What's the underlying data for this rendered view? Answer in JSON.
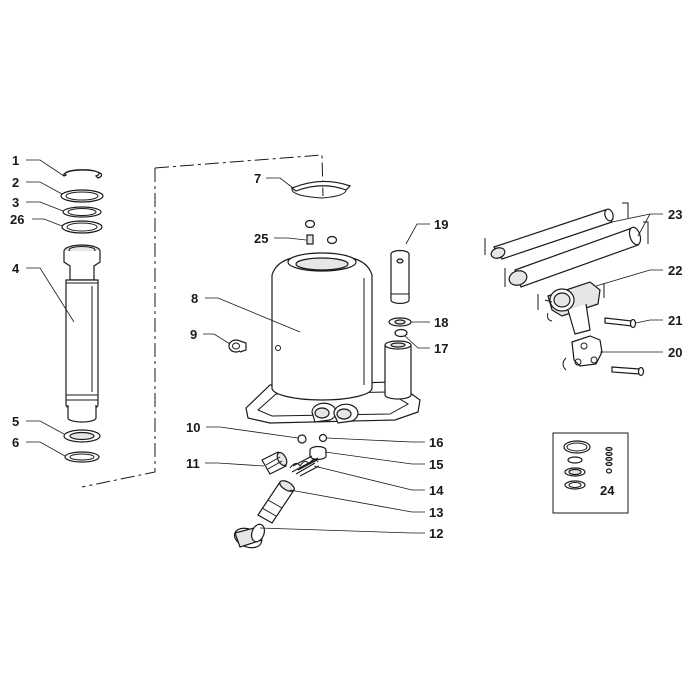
{
  "diagram": {
    "callouts": {
      "c1": "1",
      "c2": "2",
      "c3": "3",
      "c26": "26",
      "c4": "4",
      "c5": "5",
      "c6": "6",
      "c7": "7",
      "c25": "25",
      "c8": "8",
      "c9": "9",
      "c10": "10",
      "c11": "11",
      "c19": "19",
      "c18": "18",
      "c17": "17",
      "c16": "16",
      "c15": "15",
      "c14": "14",
      "c13": "13",
      "c12": "12",
      "c23": "23",
      "c22": "22",
      "c21": "21",
      "c20": "20",
      "c24": "24"
    }
  }
}
